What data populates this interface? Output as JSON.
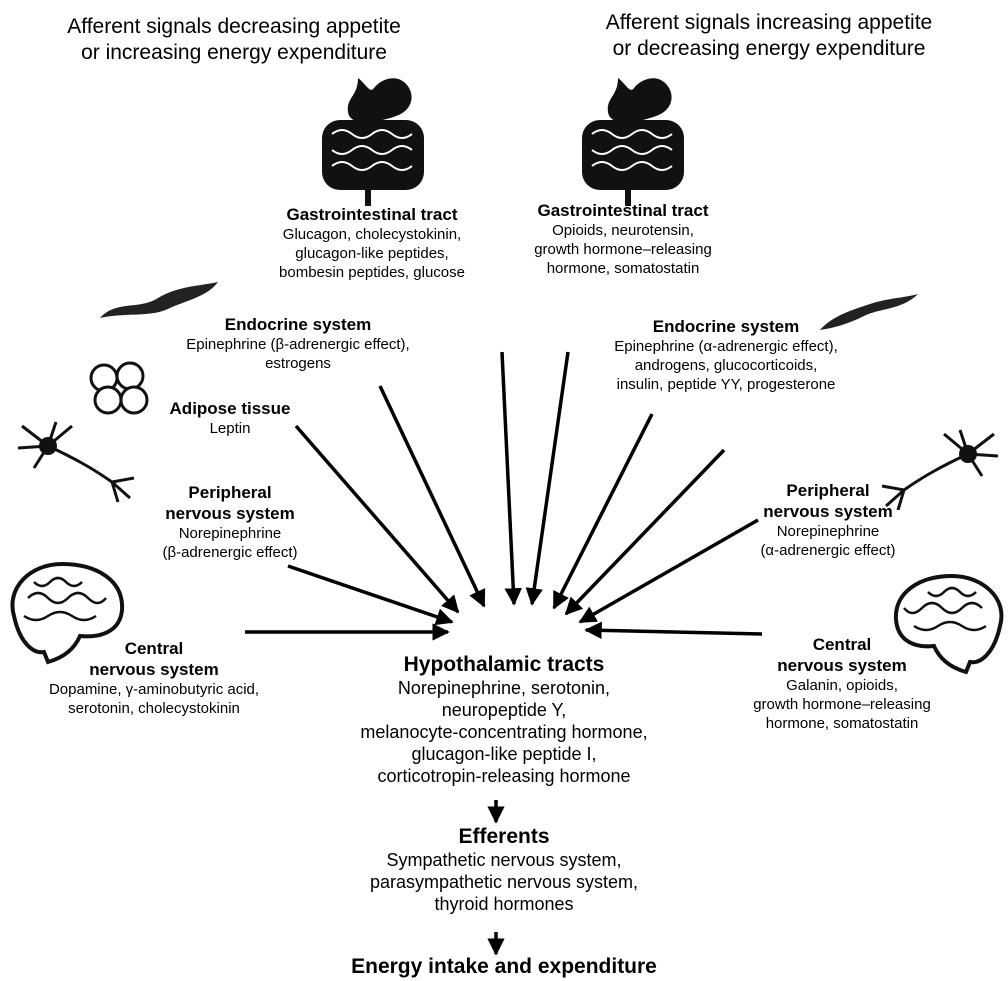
{
  "headers": {
    "left": [
      "Afferent signals decreasing appetite",
      "or increasing energy expenditure"
    ],
    "right": [
      "Afferent signals increasing appetite",
      "or decreasing energy expenditure"
    ]
  },
  "left": {
    "gi": {
      "title": "Gastrointestinal tract",
      "lines": [
        "Glucagon, cholecystokinin,",
        "glucagon-like peptides,",
        "bombesin peptides, glucose"
      ]
    },
    "endocrine": {
      "title": "Endocrine system",
      "lines": [
        "Epinephrine (β-adrenergic effect),",
        "estrogens"
      ]
    },
    "adipose": {
      "title": "Adipose tissue",
      "lines": [
        "Leptin"
      ]
    },
    "pns": {
      "title_lines": [
        "Peripheral",
        "nervous system"
      ],
      "lines": [
        "Norepinephrine",
        "(β-adrenergic effect)"
      ]
    },
    "cns": {
      "title_lines": [
        "Central",
        "nervous system"
      ],
      "lines": [
        "Dopamine, γ-aminobutyric acid,",
        "serotonin, cholecystokinin"
      ]
    }
  },
  "right": {
    "gi": {
      "title": "Gastrointestinal tract",
      "lines": [
        "Opioids, neurotensin,",
        "growth hormone–releasing",
        "hormone, somatostatin"
      ]
    },
    "endocrine": {
      "title": "Endocrine system",
      "lines": [
        "Epinephrine (α-adrenergic effect),",
        "androgens, glucocorticoids,",
        "insulin, peptide YY, progesterone"
      ]
    },
    "pns": {
      "title_lines": [
        "Peripheral",
        "nervous system"
      ],
      "lines": [
        "Norepinephrine",
        "(α-adrenergic effect)"
      ]
    },
    "cns": {
      "title_lines": [
        "Central",
        "nervous system"
      ],
      "lines": [
        "Galanin, opioids,",
        "growth hormone–releasing",
        "hormone, somatostatin"
      ]
    }
  },
  "center": {
    "hypothalamic": {
      "title": "Hypothalamic tracts",
      "lines": [
        "Norepinephrine, serotonin,",
        "neuropeptide Y,",
        "melanocyte-concentrating hormone,",
        "glucagon-like peptide I,",
        "corticotropin-releasing hormone"
      ]
    },
    "efferents": {
      "title": "Efferents",
      "lines": [
        "Sympathetic nervous system,",
        "parasympathetic nervous system,",
        "thyroid hormones"
      ]
    },
    "outcome": {
      "title": "Energy intake and expenditure"
    }
  },
  "icons": [
    "stomach-intestine-icon",
    "stomach-intestine-icon",
    "pancreas-icon",
    "pancreas-icon",
    "adipocyte-cluster-icon",
    "neuron-icon",
    "neuron-icon",
    "brain-icon",
    "brain-icon"
  ]
}
